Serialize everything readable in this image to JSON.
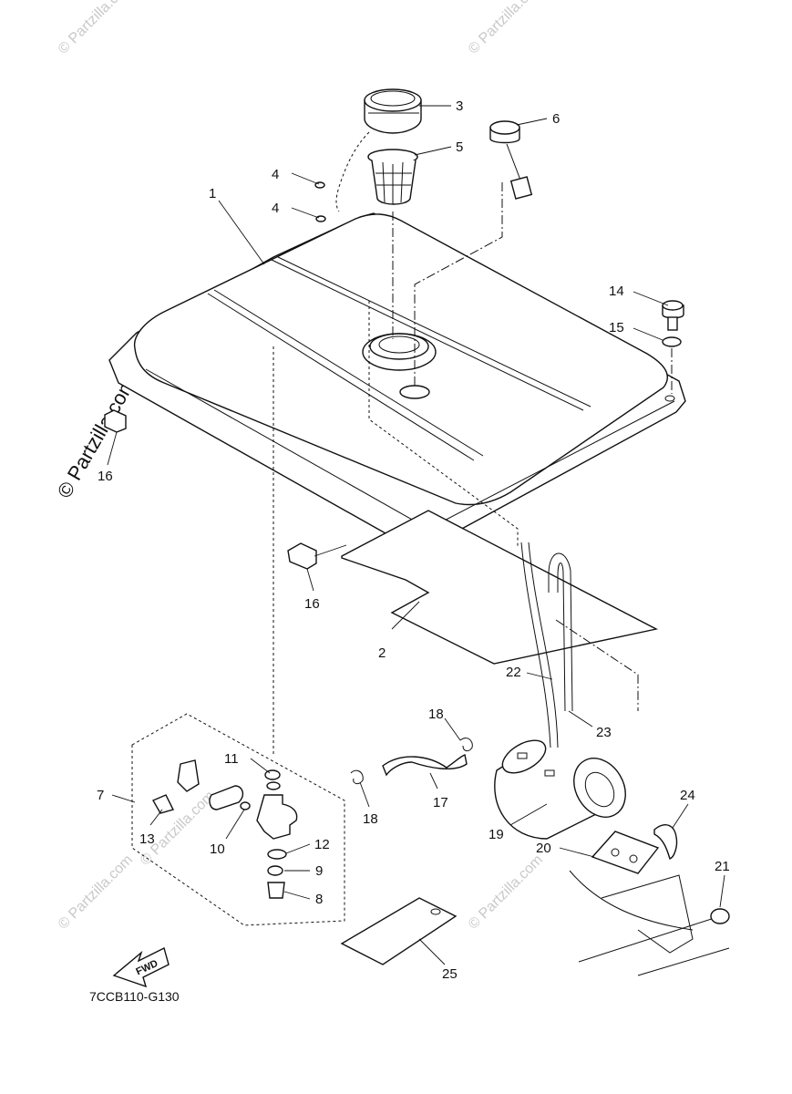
{
  "watermark": {
    "text": "© Partzilla.com",
    "side_text": "© Partzilla.com"
  },
  "diagram_code": "7CCB110-G130",
  "fwd_label": "FWD",
  "callouts": [
    {
      "id": "c1",
      "text": "1"
    },
    {
      "id": "c2",
      "text": "2"
    },
    {
      "id": "c3",
      "text": "3"
    },
    {
      "id": "c4a",
      "text": "4"
    },
    {
      "id": "c4b",
      "text": "4"
    },
    {
      "id": "c5",
      "text": "5"
    },
    {
      "id": "c6",
      "text": "6"
    },
    {
      "id": "c7",
      "text": "7"
    },
    {
      "id": "c8",
      "text": "8"
    },
    {
      "id": "c9",
      "text": "9"
    },
    {
      "id": "c10",
      "text": "10"
    },
    {
      "id": "c11",
      "text": "11"
    },
    {
      "id": "c12",
      "text": "12"
    },
    {
      "id": "c13",
      "text": "13"
    },
    {
      "id": "c14",
      "text": "14"
    },
    {
      "id": "c15",
      "text": "15"
    },
    {
      "id": "c16a",
      "text": "16"
    },
    {
      "id": "c16b",
      "text": "16"
    },
    {
      "id": "c17",
      "text": "17"
    },
    {
      "id": "c18a",
      "text": "18"
    },
    {
      "id": "c18b",
      "text": "18"
    },
    {
      "id": "c19",
      "text": "19"
    },
    {
      "id": "c20",
      "text": "20"
    },
    {
      "id": "c21",
      "text": "21"
    },
    {
      "id": "c22",
      "text": "22"
    },
    {
      "id": "c23",
      "text": "23"
    },
    {
      "id": "c24",
      "text": "24"
    },
    {
      "id": "c25",
      "text": "25"
    }
  ]
}
